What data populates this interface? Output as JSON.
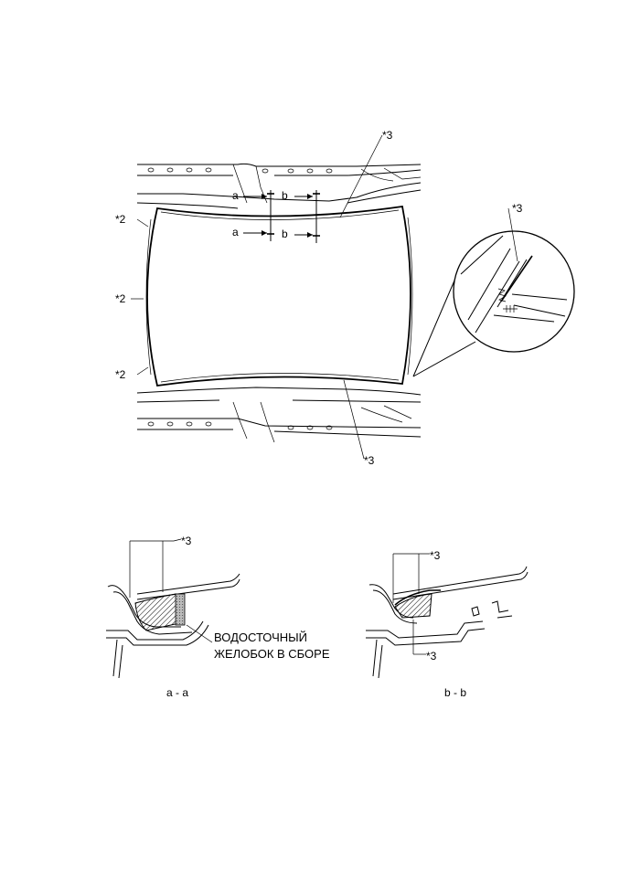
{
  "labels": {
    "star3": "*3",
    "star2": "*2",
    "section_a": "a",
    "section_b": "b",
    "drain_line1": "ВОДОСТОЧНЫЙ",
    "drain_line2": "ЖЕЛОБОК В СБОРЕ",
    "caption_aa": "a - a",
    "caption_bb": "b - b"
  }
}
